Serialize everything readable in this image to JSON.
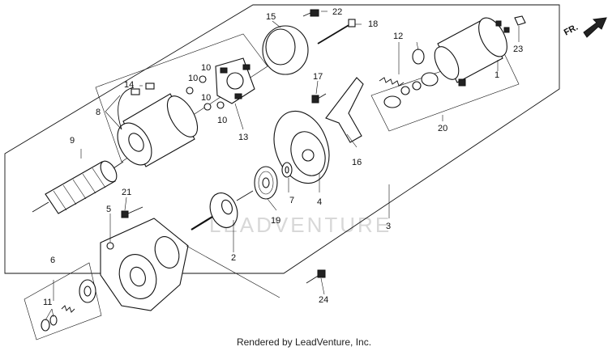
{
  "watermark": "LEADVENTURE",
  "caption": "Rendered by LeadVenture, Inc.",
  "direction": "FR.",
  "callouts": [
    "1",
    "2",
    "3",
    "4",
    "5",
    "6",
    "7",
    "8",
    "9",
    "10",
    "10",
    "10",
    "10",
    "11",
    "12",
    "13",
    "14",
    "15",
    "16",
    "17",
    "18",
    "19",
    "20",
    "21",
    "22",
    "23",
    "24"
  ]
}
